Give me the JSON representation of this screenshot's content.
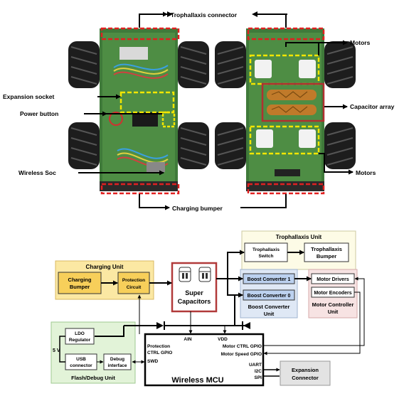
{
  "photo_callouts": {
    "trophallaxis_connector": "Trophallaxis connector",
    "motors_top": "Motors",
    "expansion_socket": "Expansion socket",
    "capacitor_array": "Capacitor array",
    "power_button": "Power button",
    "wireless_soc": "Wireless Soc",
    "motors_bottom": "Motors",
    "charging_bumper": "Charging bumper"
  },
  "diagram": {
    "trophallaxis_unit": {
      "title": "Trophallaxis Unit",
      "switch": [
        "Trophallaxis",
        "Switch"
      ],
      "bumper": [
        "Trophallaxis",
        "Bumper"
      ]
    },
    "charging_unit": {
      "title": "Charging Unit",
      "bumper": [
        "Charging",
        "Bumper"
      ],
      "protection": [
        "Protection",
        "Circuit"
      ]
    },
    "super_capacitors": [
      "Super",
      "Capacitors"
    ],
    "boost_unit": {
      "conv1": "Boost Converter 1",
      "conv0": "Boost Converter 0",
      "title": [
        "Boost Converter",
        "Unit"
      ]
    },
    "motor_unit": {
      "drivers": "Motor Drivers",
      "encoders": "Motor Encoders",
      "title": [
        "Motor Controller",
        "Unit"
      ]
    },
    "flash_unit": {
      "ldo": [
        "LDO",
        "Regulator"
      ],
      "usb": [
        "USB",
        "connector"
      ],
      "debug": [
        "Debug",
        "interface"
      ],
      "title": "Flash/Debug Unit",
      "voltage": "5 V"
    },
    "mcu": {
      "title": "Wireless MCU",
      "ain": "AIN",
      "vdd": "VDD",
      "protection_gpio": [
        "Protection",
        "CTRL GPIO"
      ],
      "swd": "SWD",
      "motor_ctrl": "Motor CTRL GPIO",
      "motor_speed": "Motor Speed GPIO",
      "uart": "UART",
      "i2c": "I2C",
      "spi": "SPI"
    },
    "expansion": [
      "Expansion",
      "Connector"
    ]
  },
  "colors": {
    "trophallaxis_fill": "#fdfbe6",
    "charging_fill": "#fbe8a3",
    "charging_block": "#f7cf5a",
    "cap_border": "#b13a3a",
    "boost_fill": "#dfe8f5",
    "boost_block": "#bcd1ef",
    "motor_fill": "#f7e3e3",
    "flash_fill": "#e2f3d8",
    "expansion_fill": "#e3e3e3",
    "callout_red": "#e02020",
    "callout_yellow": "#f2e600"
  }
}
